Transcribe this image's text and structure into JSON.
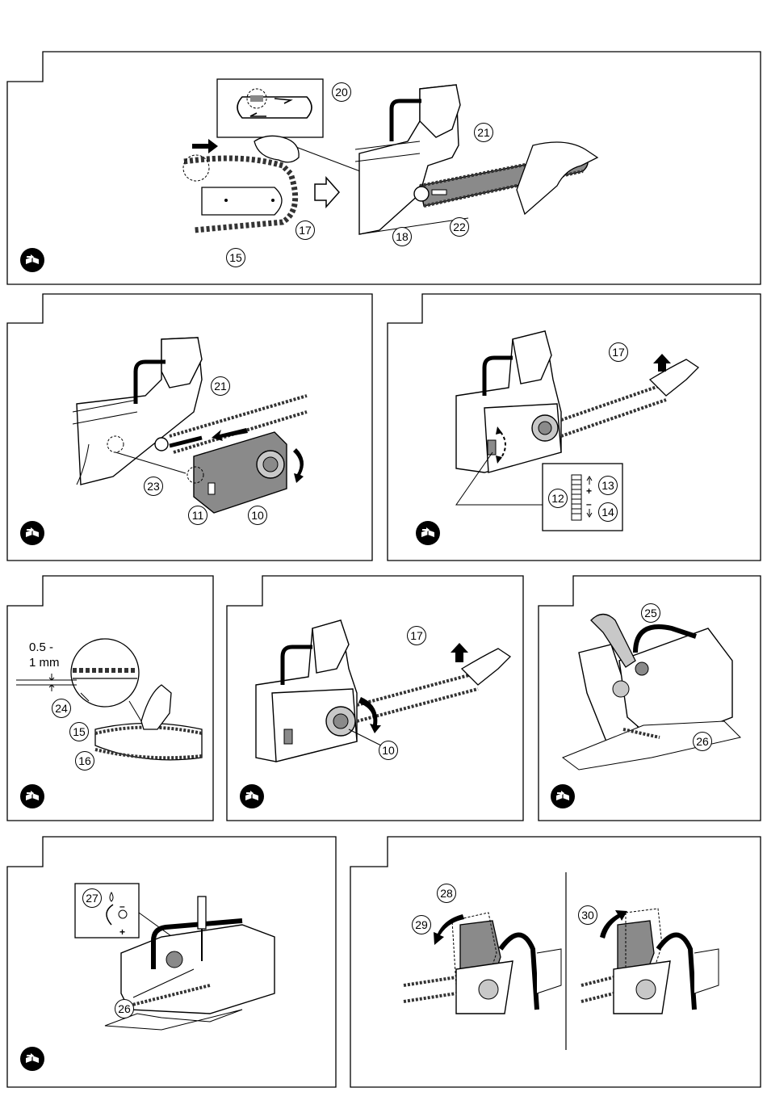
{
  "panels": {
    "p1": {
      "callouts": {
        "c20": "20",
        "c21": "21",
        "c17": "17",
        "c18": "18",
        "c22": "22",
        "c15": "15"
      },
      "badge_icon": "manual-book-icon"
    },
    "p2": {
      "callouts": {
        "c21": "21",
        "c23": "23",
        "c11": "11",
        "c10": "10"
      },
      "badge_icon": "manual-book-icon"
    },
    "p3": {
      "callouts": {
        "c17": "17",
        "c12": "12",
        "c13": "13",
        "c14": "14"
      },
      "tension_plus": "+",
      "tension_minus": "–",
      "badge_icon": "manual-book-icon"
    },
    "p4": {
      "gap_label": "0.5 -\n1 mm",
      "callouts": {
        "c24": "24",
        "c15": "15",
        "c16": "16"
      },
      "badge_icon": "manual-book-icon"
    },
    "p5": {
      "callouts": {
        "c17": "17",
        "c10": "10"
      },
      "badge_icon": "manual-book-icon"
    },
    "p6": {
      "callouts": {
        "c25": "25",
        "c26": "26"
      },
      "badge_icon": "manual-book-icon"
    },
    "p7": {
      "callouts": {
        "c27": "27",
        "c26": "26"
      },
      "oil_minus": "–",
      "oil_plus": "+",
      "badge_icon": "manual-book-icon"
    },
    "p8": {
      "callouts": {
        "c28": "28",
        "c29": "29",
        "c30": "30"
      }
    }
  },
  "colors": {
    "line": "#000000",
    "fill_grey": "#8a8a8a",
    "light_grey": "#d8d8d8"
  }
}
